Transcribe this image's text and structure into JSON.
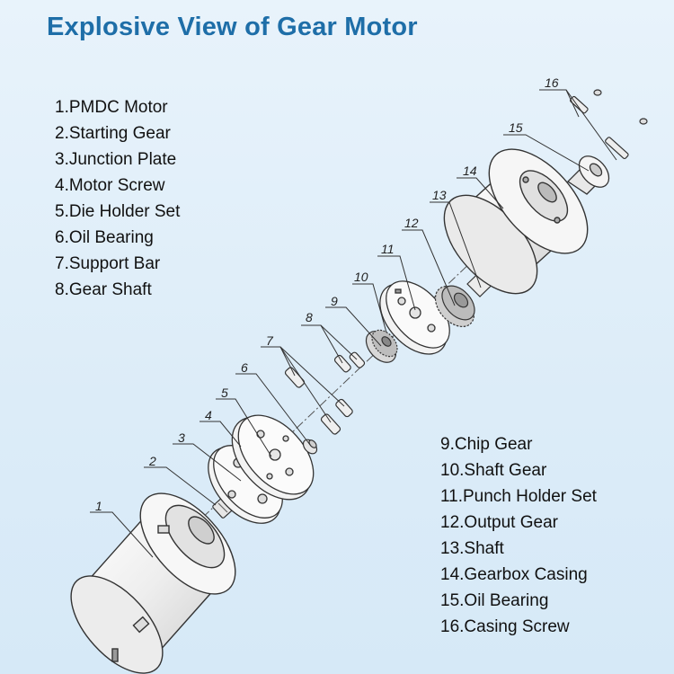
{
  "title": "Explosive View of Gear Motor",
  "legend_left": [
    "1.PMDC Motor",
    "2.Starting Gear",
    "3.Junction Plate",
    "4.Motor Screw",
    "5.Die Holder Set",
    "6.Oil Bearing",
    "7.Support Bar",
    "8.Gear Shaft"
  ],
  "legend_right": [
    "9.Chip Gear",
    "10.Shaft Gear",
    "11.Punch Holder Set",
    "12.Output Gear",
    "13.Shaft",
    "14.Gearbox Casing",
    "15.Oil Bearing",
    "16.Casing Screw"
  ],
  "callouts": [
    "1",
    "2",
    "3",
    "4",
    "5",
    "6",
    "7",
    "8",
    "9",
    "10",
    "11",
    "12",
    "13",
    "14",
    "15",
    "16"
  ],
  "colors": {
    "title": "#1e6ea8",
    "line": "#333333",
    "part_fill": "#f2f2f2"
  }
}
